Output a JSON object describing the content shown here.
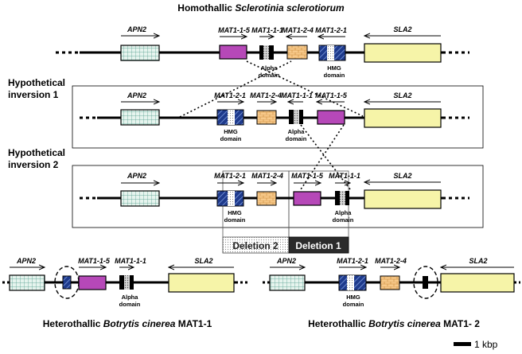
{
  "titles": {
    "top_prefix": "Homothallic ",
    "top_species": "Sclerotinia sclerotiorum",
    "inv1_line1": "Hypothetical",
    "inv1_line2": "inversion 1",
    "inv2_line1": "Hypothetical",
    "inv2_line2": "inversion 2",
    "b1_prefix": "Heterothallic ",
    "b1_species": "Botrytis cinerea",
    "b1_suffix": " MAT1-1",
    "b2_prefix": "Heterothallic ",
    "b2_species": "Botrytis cinerea",
    "b2_suffix": " MAT1- 2"
  },
  "genes": {
    "apn2": "APN2",
    "sla2": "SLA2",
    "mat115": "MAT1-1-5",
    "mat111": "MAT1-1-1",
    "mat124": "MAT1-2-4",
    "mat121": "MAT1-2-1"
  },
  "domains": {
    "alpha_1": "Alpha",
    "alpha_2": "domain",
    "hmg_1": "HMG",
    "hmg_2": "domain"
  },
  "deletions": {
    "d1": "Deletion 1",
    "d2": "Deletion 2"
  },
  "scale_bar": "1 kbp",
  "colors": {
    "apn2_fill": "#e6f4ee",
    "apn2_grid": "#4d9a88",
    "sla2_fill": "#f6f4a8",
    "mat115_fill": "#b648b8",
    "mat124_fill": "#f7c98a",
    "hmg_blue": "#1e3a8c",
    "deletion1_fill": "#2b2b2b",
    "deletion2_fill": "#e4e4e4"
  }
}
